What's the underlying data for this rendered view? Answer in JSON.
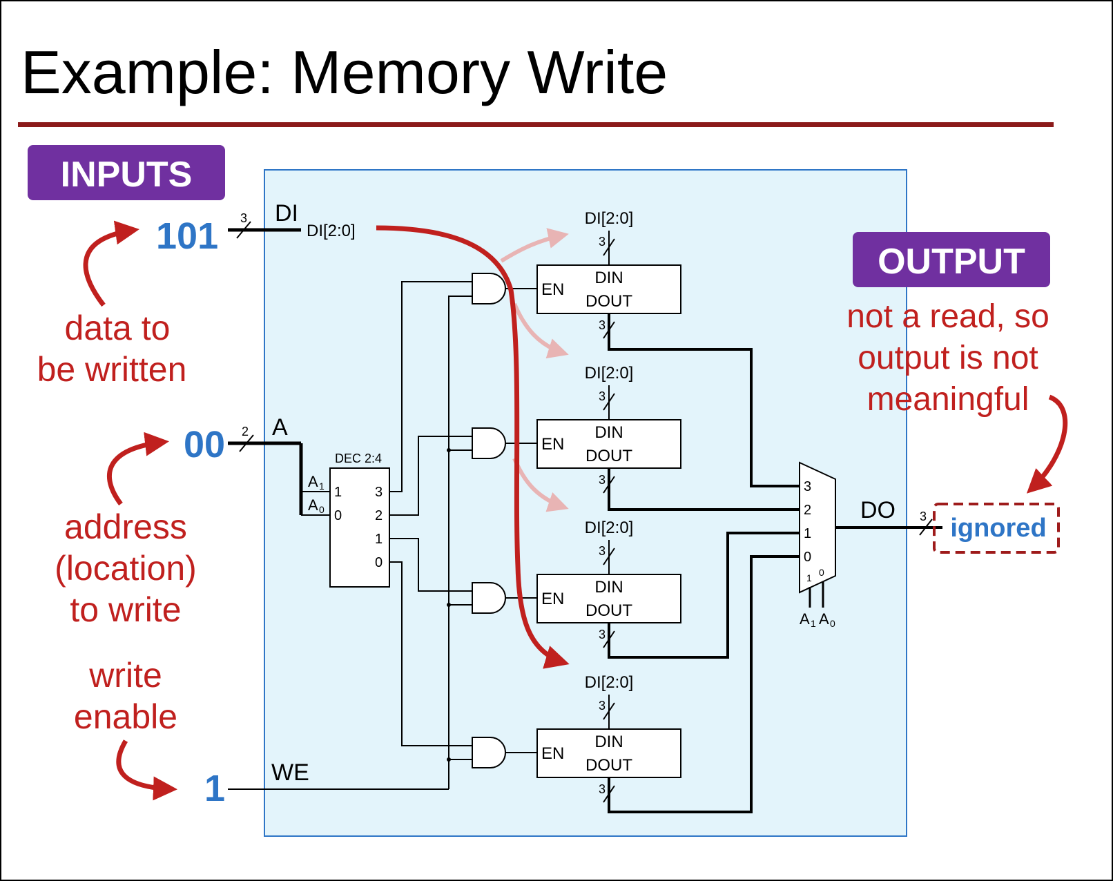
{
  "slide": {
    "title": "Example: Memory Write"
  },
  "badges": {
    "inputs": "INPUTS",
    "output": "OUTPUT"
  },
  "inputs": {
    "di": {
      "name": "DI",
      "value": "101",
      "width": "3"
    },
    "a": {
      "name": "A",
      "value": "00",
      "width": "2"
    },
    "we": {
      "name": "WE",
      "value": "1"
    }
  },
  "annotations": {
    "data_line1": "data to",
    "data_line2": "be written",
    "addr_line1": "address",
    "addr_line2": "(location)",
    "addr_line3": "to write",
    "we_line1": "write",
    "we_line2": "enable",
    "out_line1": "not a read, so",
    "out_line2": "output is not",
    "out_line3": "meaningful"
  },
  "circuit": {
    "bus_label": "DI[2:0]",
    "decoder": {
      "title": "DEC 2:4",
      "in1": "1",
      "in0": "0",
      "a1": "A",
      "a1_sub": "1",
      "a0": "A",
      "a0_sub": "0",
      "out3": "3",
      "out2": "2",
      "out1": "1",
      "out0": "0"
    },
    "registers": [
      {
        "din": "DIN",
        "dout": "DOUT",
        "en": "EN",
        "din_label": "DI[2:0]",
        "width": "3"
      },
      {
        "din": "DIN",
        "dout": "DOUT",
        "en": "EN",
        "din_label": "DI[2:0]",
        "width": "3"
      },
      {
        "din": "DIN",
        "dout": "DOUT",
        "en": "EN",
        "din_label": "DI[2:0]",
        "width": "3"
      },
      {
        "din": "DIN",
        "dout": "DOUT",
        "en": "EN",
        "din_label": "DI[2:0]",
        "width": "3"
      }
    ],
    "mux": {
      "in3": "3",
      "in2": "2",
      "in1": "1",
      "in0": "0",
      "sel1": "1",
      "sel0": "0",
      "a1": "A",
      "a1_sub": "1",
      "a0": "A",
      "a0_sub": "0"
    },
    "output": {
      "name": "DO",
      "width": "3",
      "value": "ignored"
    }
  },
  "colors": {
    "accent_red": "#c0201e",
    "value_blue": "#2e75c6",
    "badge_purple": "#7030a0",
    "panel_fill": "#e3f4fb",
    "panel_border": "#2e75c6",
    "rule": "#8b1a1a"
  }
}
